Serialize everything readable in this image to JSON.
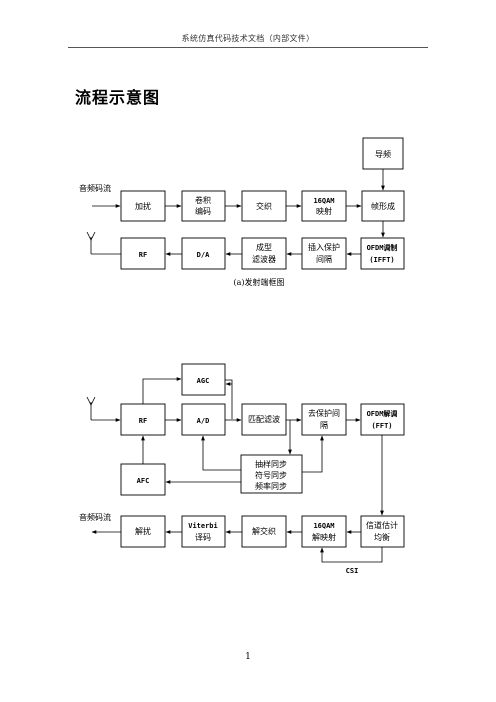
{
  "header": {
    "text": "系统仿真代码技术文档（内部文件）"
  },
  "title": "流程示意图",
  "page_number": "1",
  "transmitter": {
    "caption": "(a)发射端框图",
    "input_label": "音频码流",
    "blocks": {
      "scramble": [
        "加扰"
      ],
      "conv_encode": [
        "卷积",
        "编码"
      ],
      "interleave": [
        "交织"
      ],
      "qam_map": [
        "16QAM",
        "映射"
      ],
      "frame_form": [
        "帧形成"
      ],
      "pilot": [
        "导频"
      ],
      "ofdm_mod": [
        "OFDM调制",
        "(IFFT)"
      ],
      "insert_guard": [
        "插入保护",
        "间隔"
      ],
      "shaping_filter": [
        "成型",
        "滤波器"
      ],
      "dac": [
        "D/A"
      ],
      "rf": [
        "RF"
      ]
    }
  },
  "receiver": {
    "output_label": "音频码流",
    "csi_label": "CSI",
    "blocks": {
      "agc": [
        "AGC"
      ],
      "rf": [
        "RF"
      ],
      "adc": [
        "A/D"
      ],
      "matched_filter": [
        "匹配滤波"
      ],
      "remove_guard": [
        "去保护间",
        "隔"
      ],
      "ofdm_demod": [
        "OFDM解调",
        "(FFT)"
      ],
      "afc": [
        "AFC"
      ],
      "sync": [
        "抽样同步",
        "符号同步",
        "频率同步"
      ],
      "descramble": [
        "解扰"
      ],
      "viterbi": [
        "Viterbi",
        "译码"
      ],
      "deinterleave": [
        "解交织"
      ],
      "qam_demap": [
        "16QAM",
        "解映射"
      ],
      "chan_est": [
        "信道估计",
        "均衡"
      ]
    }
  }
}
